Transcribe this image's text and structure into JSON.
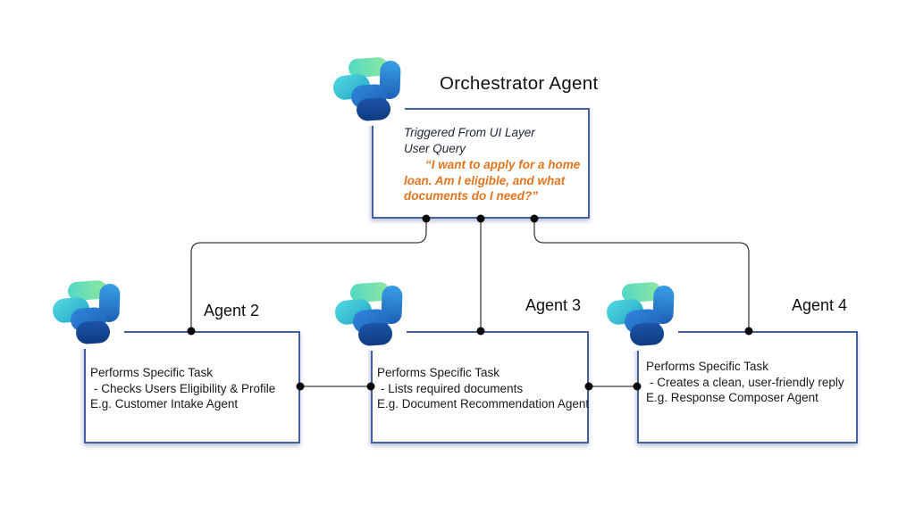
{
  "diagram": {
    "type": "flowchart",
    "orchestrator": {
      "title": "Orchestrator Agent",
      "icon": "microsoft-copilot-logo",
      "note_lines": [
        "Triggered From UI Layer",
        "User Query"
      ],
      "quote": "“I want to apply for a home loan. Am I eligible, and what documents do I need?”"
    },
    "agents": [
      {
        "title": "Agent 2",
        "icon": "microsoft-copilot-logo",
        "lines": [
          "Performs Specific Task",
          "- Checks Users Eligibility & Profile",
          "E.g. Customer Intake Agent"
        ]
      },
      {
        "title": "Agent 3",
        "icon": "microsoft-copilot-logo",
        "lines": [
          "Performs Specific Task",
          "- Lists required documents",
          "E.g. Document Recommendation Agent"
        ]
      },
      {
        "title": "Agent 4",
        "icon": "microsoft-copilot-logo",
        "lines": [
          "Performs Specific Task",
          "- Creates a clean, user-friendly reply",
          "E.g. Response Composer Agent"
        ]
      }
    ],
    "connections": [
      {
        "from": "orchestrator",
        "to": "agent-2"
      },
      {
        "from": "orchestrator",
        "to": "agent-3"
      },
      {
        "from": "orchestrator",
        "to": "agent-4"
      },
      {
        "from": "agent-2",
        "to": "agent-3"
      },
      {
        "from": "agent-3",
        "to": "agent-4"
      }
    ],
    "colors": {
      "box_border": "#44619E",
      "quote_text": "#E2751F",
      "body_text": "#17191C",
      "connector_line": "#3D3D3D",
      "connector_dot": "#0A0A0A",
      "icon_green": "#8FE79F",
      "icon_teal": "#2BB7CE",
      "icon_blue": "#1E60B6",
      "icon_dark_blue": "#0E3A80"
    }
  }
}
